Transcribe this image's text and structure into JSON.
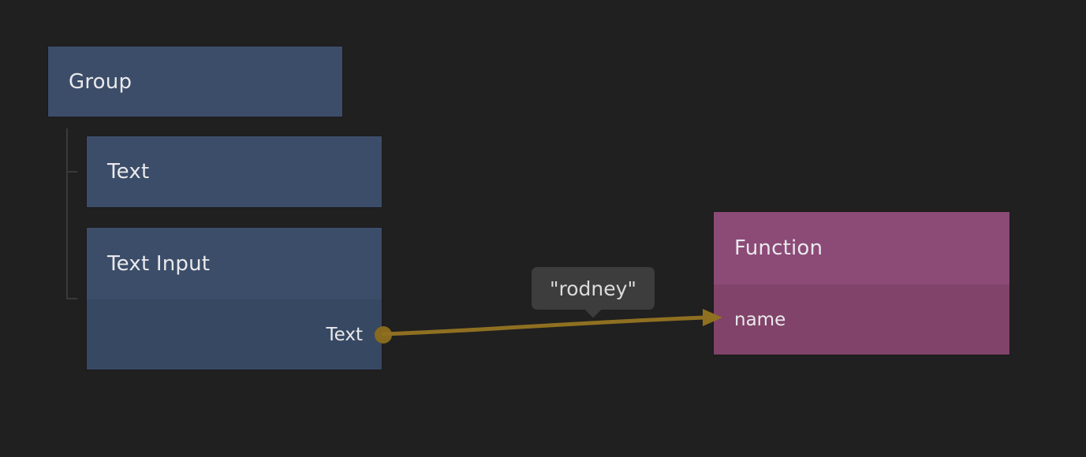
{
  "canvas": {
    "background_color": "#202020",
    "tree_line_color": "#3a3a3a"
  },
  "nodes": {
    "group": {
      "title": "Group",
      "header_color": "#3c4d69"
    },
    "text": {
      "title": "Text",
      "header_color": "#3c4d69"
    },
    "text_input": {
      "title": "Text Input",
      "header_color": "#3c4d69",
      "body_color": "#374862",
      "output_port": {
        "label": "Text",
        "dot_color": "#876a1d"
      }
    },
    "function": {
      "title": "Function",
      "header_color": "#8c4a77",
      "body_color": "#814369",
      "input_port": {
        "label": "name"
      }
    }
  },
  "connection": {
    "from_port": "Text",
    "to_port": "name",
    "wire_color": "#8f7021"
  },
  "tooltip": {
    "text": "\"rodney\"",
    "background_color": "#3d3d3d",
    "text_color": "#dcdcdc"
  }
}
